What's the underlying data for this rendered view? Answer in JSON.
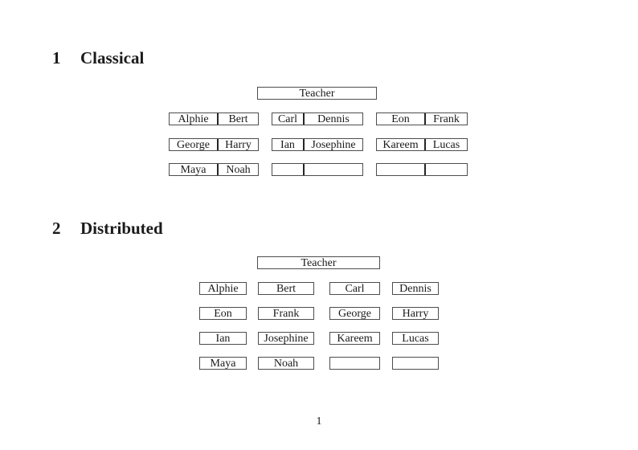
{
  "document": {
    "page_number": "1"
  },
  "sections": {
    "classical": {
      "number": "1",
      "title": "Classical",
      "teacher_label": "Teacher",
      "desk_rows": [
        [
          [
            "Alphie",
            "Bert"
          ],
          [
            "Carl",
            "Dennis"
          ],
          [
            "Eon",
            "Frank"
          ]
        ],
        [
          [
            "George",
            "Harry"
          ],
          [
            "Ian",
            "Josephine"
          ],
          [
            "Kareem",
            "Lucas"
          ]
        ],
        [
          [
            "Maya",
            "Noah"
          ],
          [
            "",
            ""
          ],
          [
            "",
            ""
          ]
        ]
      ]
    },
    "distributed": {
      "number": "2",
      "title": "Distributed",
      "teacher_label": "Teacher",
      "seat_rows": [
        [
          "Alphie",
          "Bert",
          "Carl",
          "Dennis"
        ],
        [
          "Eon",
          "Frank",
          "George",
          "Harry"
        ],
        [
          "Ian",
          "Josephine",
          "Kareem",
          "Lucas"
        ],
        [
          "Maya",
          "Noah",
          "",
          ""
        ]
      ]
    }
  }
}
